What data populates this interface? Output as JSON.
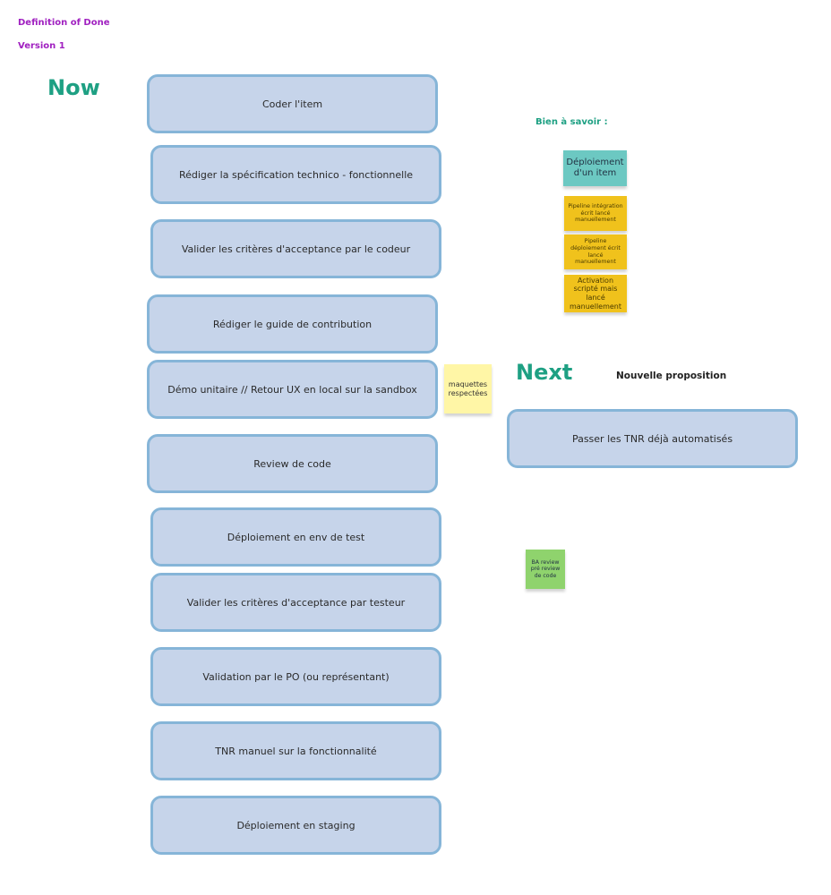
{
  "header": {
    "title": "Definition of Done",
    "version": "Version 1"
  },
  "sections": {
    "now": "Now",
    "next": "Next",
    "good_to_know": "Bien à savoir :",
    "new_proposal": "Nouvelle proposition"
  },
  "now_cards": [
    "Coder l'item",
    "Rédiger la spécification technico - fonctionnelle",
    "Valider les critères d'acceptance par le codeur",
    "Rédiger le guide de contribution",
    "Démo unitaire // Retour UX en local sur la sandbox",
    "Review de code",
    "Déploiement en env de test",
    "Valider les critères d'acceptance par testeur",
    "Validation par le PO (ou représentant)",
    "TNR manuel sur la fonctionnalité",
    "Déploiement en staging"
  ],
  "next_cards": [
    "Passer les TNR déjà automatisés"
  ],
  "stickies": {
    "deploy_item": "Déploiement d'un item",
    "pipeline_integration": "Pipeline intégration écrit lancé manuellement",
    "pipeline_deploy": "Pipeline déploiement écrit lancé manuellement",
    "activation": "Activation scripté mais lancé manuellement",
    "maquettes": "maquettes respectées",
    "ba_review": "BA review pré review de code"
  },
  "colors": {
    "heading_purple": "#a020c0",
    "section_green": "#1ea083",
    "card_fill": "#c6d4ea",
    "card_border": "#86b5d8",
    "sticky_teal": "#6cc8c2",
    "sticky_yellow": "#f0c21c",
    "sticky_light_yellow": "#fff6a6",
    "sticky_green": "#8fd36d"
  }
}
